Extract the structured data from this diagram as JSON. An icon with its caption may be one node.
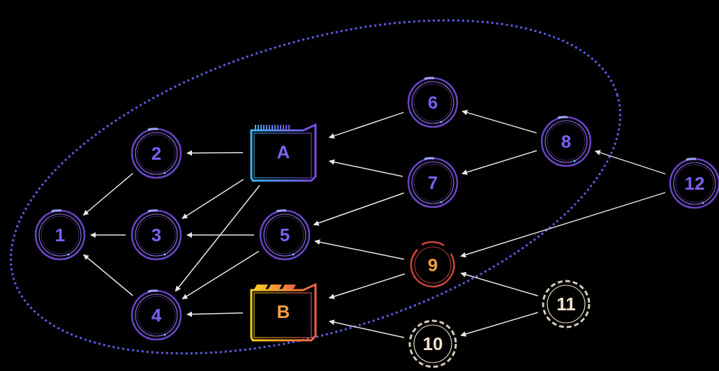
{
  "diagram": {
    "nodes": [
      {
        "text": [
          "1"
        ]
      },
      {
        "text": [
          "2"
        ]
      },
      {
        "text": [
          "3"
        ]
      },
      {
        "text": [
          "4"
        ]
      },
      {
        "text": [
          "5"
        ]
      },
      {
        "text": [
          "6"
        ]
      },
      {
        "text": [
          "7"
        ]
      },
      {
        "text": [
          "8"
        ]
      },
      {
        "text": [
          "9"
        ]
      },
      {
        "text": [
          "10"
        ]
      },
      {
        "text": [
          "11"
        ]
      },
      {
        "text": [
          "12"
        ]
      },
      {
        "text": [
          "A"
        ]
      },
      {
        "text": [
          "B"
        ]
      }
    ],
    "edges": [
      {
        "from": 12,
        "to": 1,
        "arrow": "to"
      },
      {
        "from": 1,
        "to": 0,
        "arrow": "to"
      },
      {
        "from": 2,
        "to": 0,
        "arrow": "to"
      },
      {
        "from": 3,
        "to": 0,
        "arrow": "to"
      },
      {
        "from": 12,
        "to": 2,
        "arrow": "to"
      },
      {
        "from": 12,
        "to": 3,
        "arrow": "to"
      },
      {
        "from": 4,
        "to": 2,
        "arrow": "to"
      },
      {
        "from": 4,
        "to": 3,
        "arrow": "to"
      },
      {
        "from": 13,
        "to": 3,
        "arrow": "to"
      },
      {
        "from": 5,
        "to": 12,
        "arrow": "to"
      },
      {
        "from": 6,
        "to": 12,
        "arrow": "to"
      },
      {
        "from": 6,
        "to": 4,
        "arrow": "to"
      },
      {
        "from": 7,
        "to": 5,
        "arrow": "to"
      },
      {
        "from": 7,
        "to": 6,
        "arrow": "to"
      },
      {
        "from": 11,
        "to": 7,
        "arrow": "to"
      },
      {
        "from": 11,
        "to": 8,
        "arrow": "to"
      },
      {
        "from": 8,
        "to": 4,
        "arrow": "to"
      },
      {
        "from": 8,
        "to": 13,
        "arrow": "to"
      },
      {
        "from": 10,
        "to": 8,
        "arrow": "to"
      },
      {
        "from": 10,
        "to": 9,
        "arrow": "to"
      },
      {
        "from": 9,
        "to": 13,
        "arrow": "to"
      }
    ]
  }
}
